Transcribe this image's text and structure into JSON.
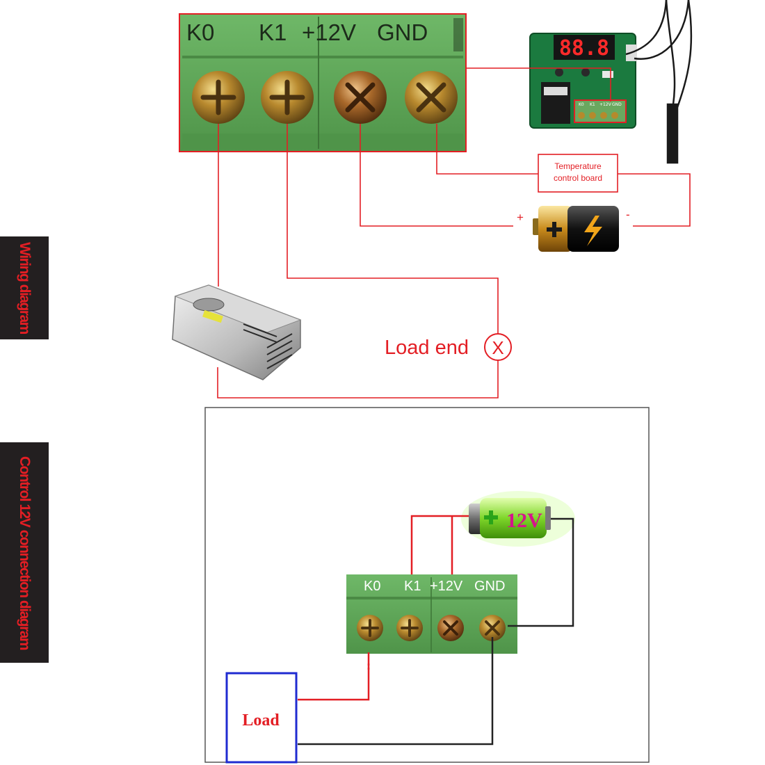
{
  "colors": {
    "wire_red": "#e31e24",
    "wire_black": "#222222",
    "terminal_green": "#5fa85a",
    "load_border": "#1f2bd1",
    "tab_background": "#231f20",
    "tab_text": "#e31e24"
  },
  "side_tabs": {
    "wiring": "Wiring diagram",
    "control": "Control 12V connection diagram"
  },
  "top_diagram": {
    "terminal_labels": [
      "K0",
      "K1",
      "+12V",
      "GND"
    ],
    "thermostat_display": "88.8",
    "mini_terminal_labels": [
      "K0",
      "K1",
      "+12V",
      "GND"
    ],
    "temperature_board_label": [
      "Temperature",
      "control board"
    ],
    "battery_plus": "+",
    "battery_minus": "-",
    "load_end_label": "Load end",
    "load_symbol": "X"
  },
  "bottom_diagram": {
    "terminal_labels": [
      "K0",
      "K1",
      "+12V",
      "GND"
    ],
    "battery_label": "12V",
    "load_label": "Load"
  }
}
